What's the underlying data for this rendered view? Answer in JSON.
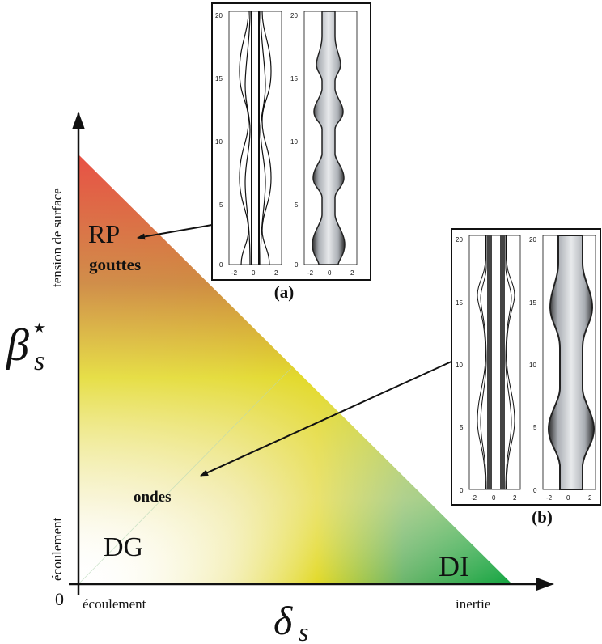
{
  "axes": {
    "x_symbol": "δ",
    "x_sub": "s",
    "y_symbol": "β",
    "y_sub": "s",
    "y_sup": "⋆",
    "origin": "0",
    "x_left_label": "écoulement",
    "x_right_label": "inertie",
    "y_bottom_label": "écoulement",
    "y_top_label": "tension de surface"
  },
  "regions": {
    "rp": "RP",
    "rp_sub": "gouttes",
    "ondes": "ondes",
    "dg": "DG",
    "di": "DI"
  },
  "insets": {
    "a": {
      "label": "(a)",
      "y_ticks": [
        "0",
        "5",
        "10",
        "15",
        "20"
      ],
      "x_ticks": [
        "-2",
        "0",
        "2"
      ]
    },
    "b": {
      "label": "(b)",
      "y_ticks": [
        "0",
        "5",
        "10",
        "15",
        "20"
      ],
      "x_ticks": [
        "-2",
        "0",
        "2"
      ]
    }
  },
  "colors": {
    "red": "#e43224",
    "orange": "#c87a2a",
    "yellow": "#e2d928",
    "green": "#13a540",
    "white": "#ffffff"
  }
}
